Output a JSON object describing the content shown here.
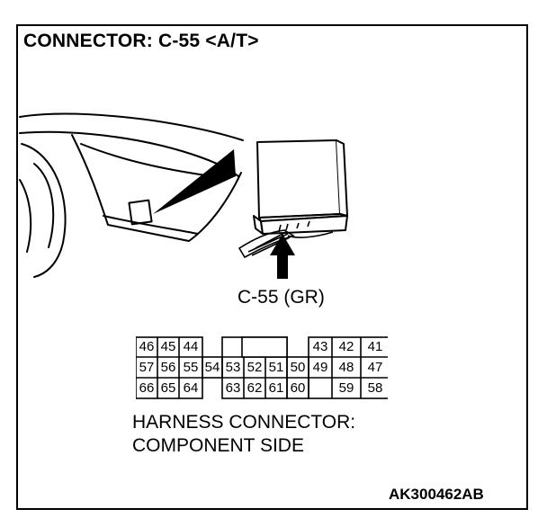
{
  "title": "CONNECTOR: C-55 <A/T>",
  "callout": "C-55 (GR)",
  "connector": {
    "row1": [
      "46",
      "45",
      "44",
      "43",
      "42",
      "41"
    ],
    "row2": [
      "57",
      "56",
      "55",
      "54",
      "53",
      "52",
      "51",
      "50",
      "49",
      "48",
      "47"
    ],
    "row3": [
      "66",
      "65",
      "64",
      "63",
      "62",
      "61",
      "60",
      "59",
      "58"
    ]
  },
  "caption": {
    "line1": "HARNESS CONNECTOR:",
    "line2": "COMPONENT SIDE"
  },
  "reference": "AK300462AB"
}
